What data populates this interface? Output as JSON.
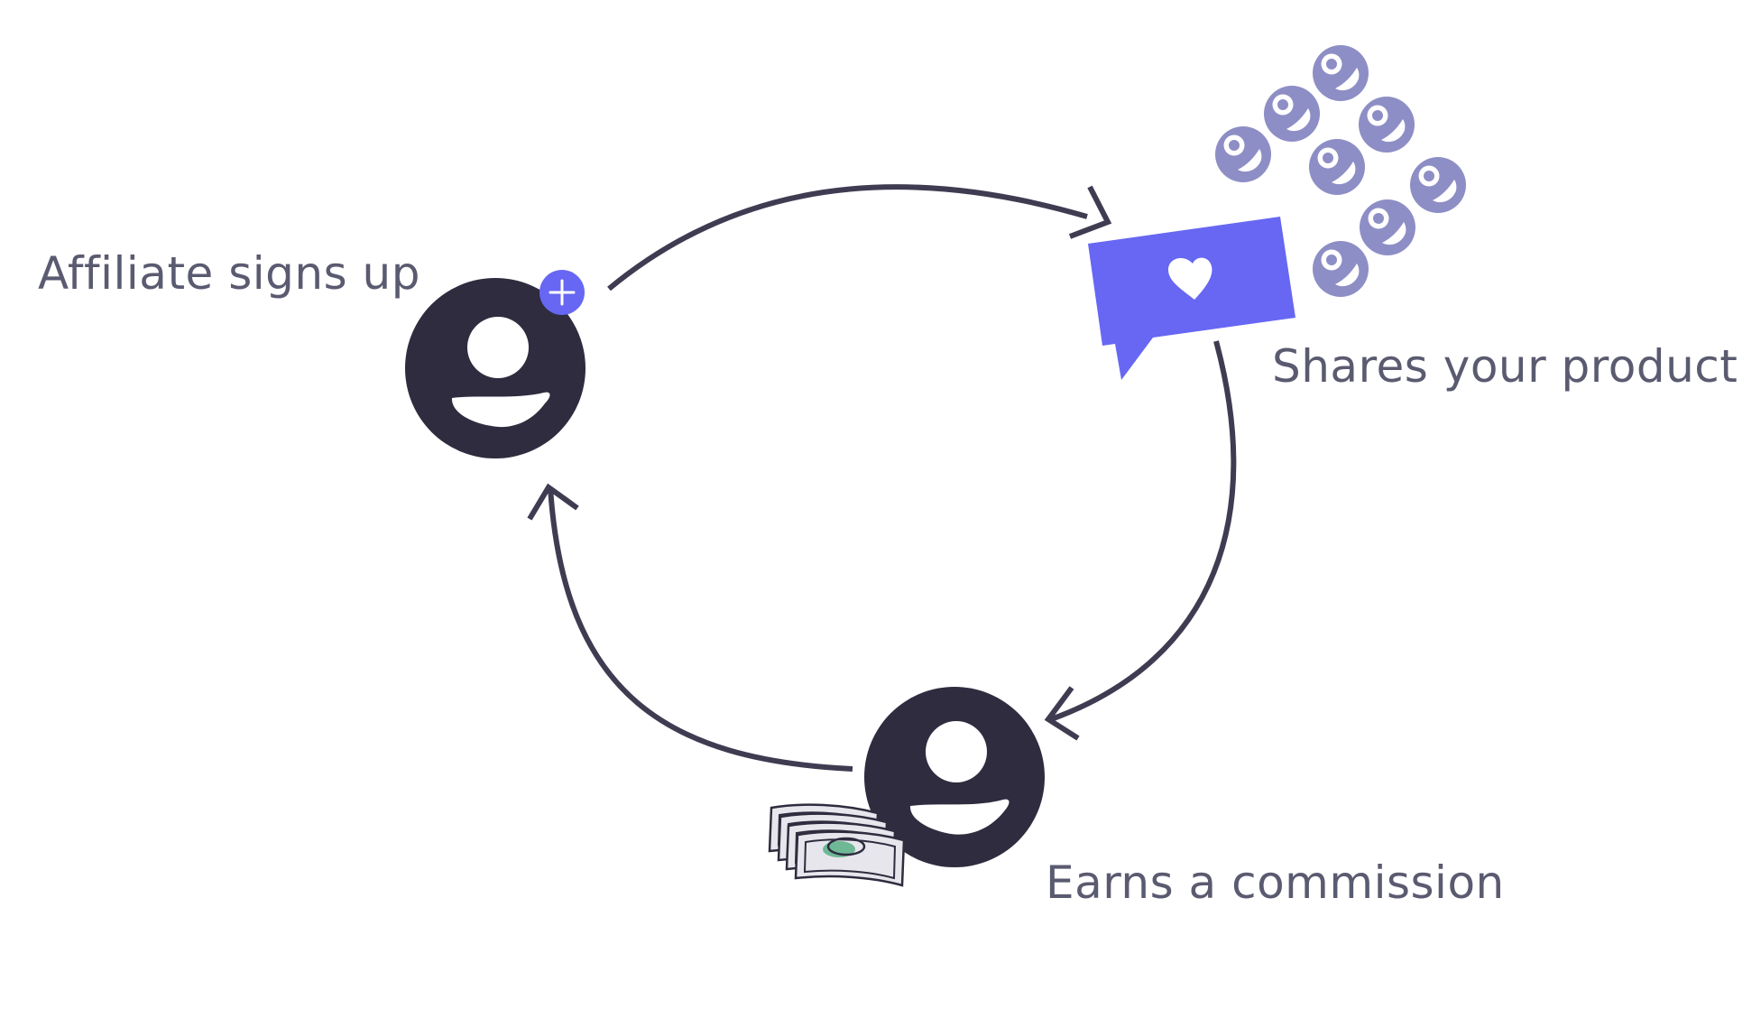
{
  "diagram": {
    "steps": [
      {
        "label": "Affiliate signs up"
      },
      {
        "label": "Shares your product"
      },
      {
        "label": "Earns a commission"
      }
    ]
  },
  "colors": {
    "text": "#5a5a70",
    "arrow": "#3f3c52",
    "person": "#2e2c3e",
    "accent": "#6767f3",
    "audience": "#8e8ec6",
    "money": "#e6e6ec",
    "money_mark": "#6fb896"
  },
  "icons": {
    "signup": "person-icon",
    "signup_badge": "plus-icon",
    "share": "speech-bubble-heart-icon",
    "audience": "smiley-icon",
    "earner": "person-icon",
    "money": "cash-stack-icon"
  }
}
